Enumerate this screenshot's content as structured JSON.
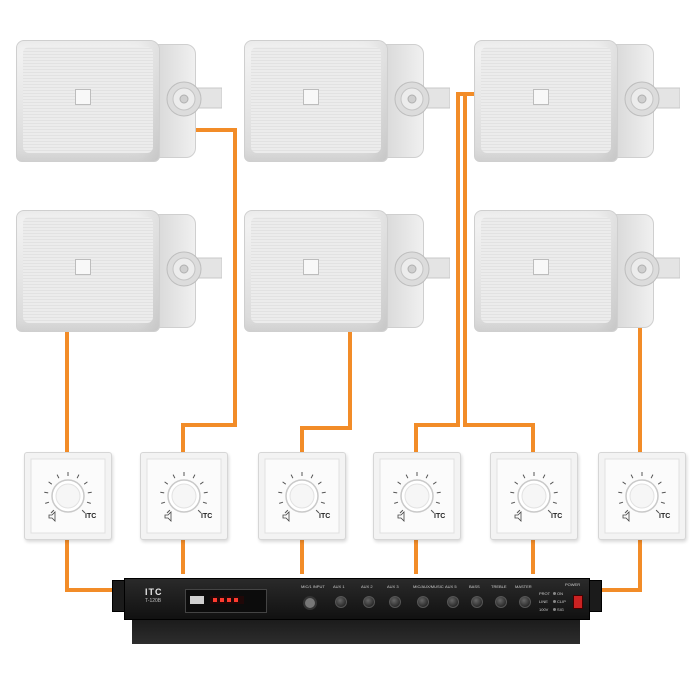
{
  "amplifier": {
    "brand": "ITC",
    "model": "T-120B",
    "input_labels": [
      "MIC/1 INPUT",
      "AUX 1",
      "AUX 2",
      "AUX 3",
      "MIC/AUX/MUSIC",
      "AUX 5",
      "BASS",
      "TREBLE",
      "MASTER"
    ],
    "status_labels": [
      "PROT",
      "LINE",
      "100V"
    ],
    "status_labels2": [
      "ON",
      "CLIP",
      "SIG"
    ],
    "power_label": "POWER"
  },
  "controllers": {
    "logo": "ITC"
  },
  "colors": {
    "wire": "#f28c28",
    "speaker": "#eeeeee",
    "amplifier": "#1b1b1b"
  }
}
